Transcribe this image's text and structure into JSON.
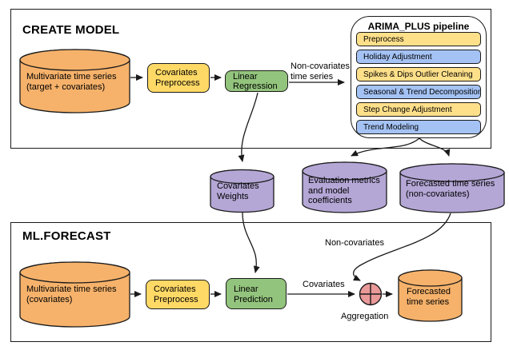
{
  "colors": {
    "datastore_orange": "#F6B26B",
    "preprocess_yellow": "#FFD966",
    "model_green": "#93C47D",
    "artifact_purple": "#B4A7D6",
    "pipeline_step_yellow": "#FFE08A",
    "pipeline_step_blue": "#A4C2F4",
    "aggregation_pink": "#EA9999",
    "outline": "#1A1A1A"
  },
  "create_model": {
    "title": "CREATE MODEL",
    "input_datastore": "Multivariate time series\n(target + covariates)",
    "covariates_preprocess": "Covariates\nPreprocess",
    "linear_regression": "Linear\nRegression",
    "non_covariates_arrow_label": "Non-covariates\ntime series",
    "pipeline": {
      "title": "ARIMA_PLUS pipeline",
      "steps": [
        {
          "label": "Preprocess",
          "tone": "yellow"
        },
        {
          "label": "Holiday Adjustment",
          "tone": "blue"
        },
        {
          "label": "Spikes & Dips Outlier Cleaning",
          "tone": "yellow"
        },
        {
          "label": "Seasonal & Trend Decomposition",
          "tone": "blue"
        },
        {
          "label": "Step Change Adjustment",
          "tone": "yellow"
        },
        {
          "label": "Trend Modeling",
          "tone": "blue"
        }
      ]
    }
  },
  "model_artifacts": {
    "covariates_weights": "Covariates\nWeights",
    "evaluation_metrics": "Evaluation metrics\nand model\ncoefficients",
    "forecasted_non_covariates": "Forecasted time series\n(non-covariates)"
  },
  "ml_forecast": {
    "title": "ML.FORECAST",
    "input_datastore": "Multivariate time series\n(covariates)",
    "covariates_preprocess": "Covariates\nPreprocess",
    "linear_prediction": "Linear\nPrediction",
    "covariates_arrow_label": "Covariates",
    "non_covariates_arrow_label": "Non-covariates",
    "aggregation_label": "Aggregation",
    "output_datastore": "Forecasted\ntime series"
  }
}
